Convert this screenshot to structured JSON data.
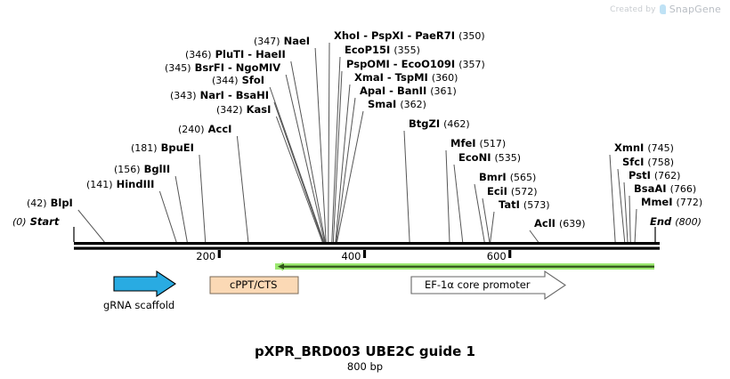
{
  "watermark": {
    "created_by": "Created by",
    "brand": "SnapGene",
    "logo_icon": "snapgene-logo-icon"
  },
  "title": "pXPR_BRD003 UBE2C guide 1",
  "subtitle": "800 bp",
  "sequence": {
    "length_bp": 800,
    "start_label": "Start",
    "end_label": "End",
    "start_pos": "(0)",
    "end_pos": "(800)"
  },
  "axis": {
    "ticks": [
      {
        "label": "200",
        "bp": 200
      },
      {
        "label": "400",
        "bp": 400
      },
      {
        "label": "600",
        "bp": 600
      }
    ]
  },
  "sites": [
    {
      "name": "BlpI",
      "pos": "(42)",
      "bp": 42,
      "order": "pos-first"
    },
    {
      "name": "HindIII",
      "pos": "(141)",
      "bp": 141,
      "order": "pos-first"
    },
    {
      "name": "BglII",
      "pos": "(156)",
      "bp": 156,
      "order": "pos-first"
    },
    {
      "name": "BpuEI",
      "pos": "(181)",
      "bp": 181,
      "order": "pos-first"
    },
    {
      "name": "AccI",
      "pos": "(240)",
      "bp": 240,
      "order": "pos-first"
    },
    {
      "name": "KasI",
      "pos": "(342)",
      "bp": 342,
      "order": "pos-first"
    },
    {
      "name": "NarI - BsaHI",
      "pos": "(343)",
      "bp": 343,
      "order": "pos-first"
    },
    {
      "name": "SfoI",
      "pos": "(344)",
      "bp": 344,
      "order": "pos-first"
    },
    {
      "name": "BsrFI - NgoMIV",
      "pos": "(345)",
      "bp": 345,
      "order": "pos-first"
    },
    {
      "name": "PluTI - HaeII",
      "pos": "(346)",
      "bp": 346,
      "order": "pos-first"
    },
    {
      "name": "NaeI",
      "pos": "(347)",
      "bp": 347,
      "order": "pos-first"
    },
    {
      "name": "XhoI - PspXI - PaeR7I",
      "pos": "(350)",
      "bp": 350,
      "order": "name-first"
    },
    {
      "name": "EcoP15I",
      "pos": "(355)",
      "bp": 355,
      "order": "name-first"
    },
    {
      "name": "PspOMI - EcoO109I",
      "pos": "(357)",
      "bp": 357,
      "order": "name-first"
    },
    {
      "name": "XmaI - TspMI",
      "pos": "(360)",
      "bp": 360,
      "order": "name-first"
    },
    {
      "name": "ApaI - BanII",
      "pos": "(361)",
      "bp": 361,
      "order": "name-first"
    },
    {
      "name": "SmaI",
      "pos": "(362)",
      "bp": 362,
      "order": "name-first"
    },
    {
      "name": "BtgZI",
      "pos": "(462)",
      "bp": 462,
      "order": "name-first"
    },
    {
      "name": "MfeI",
      "pos": "(517)",
      "bp": 517,
      "order": "name-first"
    },
    {
      "name": "EcoNI",
      "pos": "(535)",
      "bp": 535,
      "order": "name-first"
    },
    {
      "name": "BmrI",
      "pos": "(565)",
      "bp": 565,
      "order": "name-first"
    },
    {
      "name": "EciI",
      "pos": "(572)",
      "bp": 572,
      "order": "name-first"
    },
    {
      "name": "TatI",
      "pos": "(573)",
      "bp": 573,
      "order": "name-first"
    },
    {
      "name": "AclI",
      "pos": "(639)",
      "bp": 639,
      "order": "name-first"
    },
    {
      "name": "XmnI",
      "pos": "(745)",
      "bp": 745,
      "order": "name-first"
    },
    {
      "name": "SfcI",
      "pos": "(758)",
      "bp": 758,
      "order": "name-first"
    },
    {
      "name": "PstI",
      "pos": "(762)",
      "bp": 762,
      "order": "name-first"
    },
    {
      "name": "BsaAI",
      "pos": "(766)",
      "bp": 766,
      "order": "name-first"
    },
    {
      "name": "MmeI",
      "pos": "(772)",
      "bp": 772,
      "order": "name-first"
    }
  ],
  "features": [
    {
      "label": "gRNA scaffold",
      "type": "arrow-right",
      "fill": "#29ABE2",
      "stroke": "#000000",
      "label_below": true
    },
    {
      "label": "cPPT/CTS",
      "type": "box",
      "fill": "#FBD9B5",
      "stroke": "#7a6a58",
      "label_below": false
    },
    {
      "label": "EF-1α core promoter",
      "type": "arrow-right",
      "fill": "#ffffff",
      "stroke": "#666666",
      "label_below": false
    },
    {
      "label": "promoter-line",
      "type": "line-arrow-left",
      "fill": "#9BE870",
      "stroke": "#2d4f16",
      "label_below": false
    }
  ],
  "colors": {
    "backbone": "#000000",
    "tick_line": "#555555",
    "green_outer": "#9BE870",
    "green_core": "#2f5318",
    "cyan": "#29ABE2",
    "peach": "#FBD9B5"
  }
}
